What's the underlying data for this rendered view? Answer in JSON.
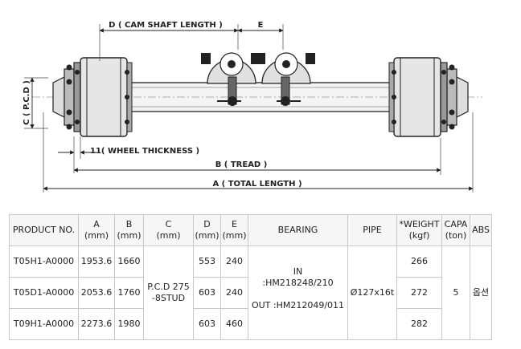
{
  "diagram": {
    "labels": {
      "cam_shaft": "D ( CAM SHAFT LENGTH )",
      "e": "E",
      "pcd": "C ( P.C.D )",
      "wheel_thickness": "11( WHEEL THICKNESS )",
      "tread": "B ( TREAD )",
      "total_length": "A ( TOTAL LENGTH )"
    }
  },
  "table": {
    "headers": {
      "product": "PRODUCT NO.",
      "a": "A",
      "a_unit": "(mm)",
      "b": "B",
      "b_unit": "(mm)",
      "c": "C",
      "c_unit": "(mm)",
      "d": "D",
      "d_unit": "(mm)",
      "e": "E",
      "e_unit": "(mm)",
      "bearing": "BEARING",
      "pipe": "PIPE",
      "weight": "*WEIGHT",
      "weight_unit": "(kgf)",
      "capa": "CAPA",
      "capa_unit": "(ton)",
      "abs": "ABS"
    },
    "rows": [
      {
        "product": "T05H1-A0000",
        "a": "1953.6",
        "b": "1660",
        "d": "553",
        "e": "240",
        "weight": "266"
      },
      {
        "product": "T05D1-A0000",
        "a": "2053.6",
        "b": "1760",
        "d": "603",
        "e": "240",
        "weight": "272"
      },
      {
        "product": "T09H1-A0000",
        "a": "2273.6",
        "b": "1980",
        "d": "603",
        "e": "460",
        "weight": "282"
      }
    ],
    "merged": {
      "c_line1": "P.C.D 275",
      "c_line2": "-8STUD",
      "bearing_in_1": "IN",
      "bearing_in_2": ":HM218248/210",
      "bearing_out": "OUT :HM212049/011",
      "pipe": "Ø127x16t",
      "capa": "5",
      "abs": "옵션"
    }
  }
}
